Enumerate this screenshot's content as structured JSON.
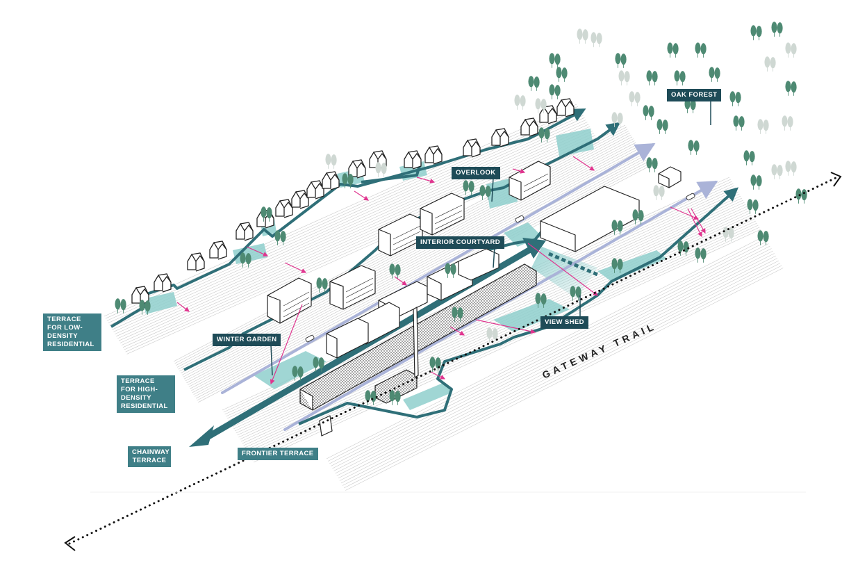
{
  "labels": {
    "oak_forest": "OAK FOREST",
    "overlook": "OVERLOOK",
    "interior_courtyard": "INTERIOR COURTYARD",
    "view_shed": "VIEW SHED",
    "winter_garden": "WINTER GARDEN",
    "terrace_low_density": "TERRACE FOR LOW-DENSITY RESIDENTIAL",
    "terrace_high_density": "TERRACE FOR HIGH-DENSITY RESIDENTIAL",
    "chainway_terrace": "CHAINWAY TERRACE",
    "frontier_terrace": "FRONTIER TERRACE",
    "gateway_trail": "GATEWAY TRAIL"
  },
  "colors": {
    "teal_dark": "#2f6f78",
    "teal_light": "#8fcfcd",
    "label_dark": "#1e4b57",
    "label_teal": "#3f7f87",
    "tree_green": "#4e8a73",
    "tree_grey": "#cfd8d3",
    "magenta": "#e0358f",
    "lavender": "#aab3d8",
    "contour": "#c9c9c9"
  }
}
